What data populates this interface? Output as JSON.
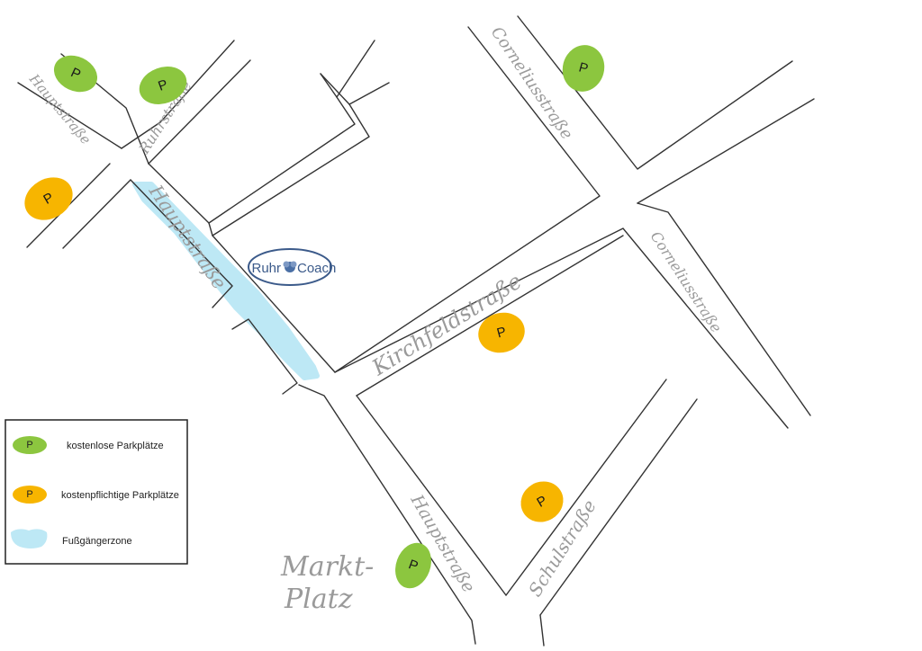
{
  "colors": {
    "free_parking": "#8cc63f",
    "paid_parking": "#f7b500",
    "pedestrian_zone": "#bde8f5",
    "logo": "#3b5a8a",
    "street_label": "#9a9a9a"
  },
  "streets": {
    "hauptstrasse_nw": "Hauptstraße",
    "ruhrstrasse": "Ruhrstraße",
    "hauptstrasse_center": "Hauptstraße",
    "corneliusstrasse_north": "Corneliusstraße",
    "corneliusstrasse_east": "Corneliusstraße",
    "kirchfeldstrasse": "Kirchfeldstraße",
    "hauptstrasse_south": "Hauptstraße",
    "schulstrasse": "Schulstraße"
  },
  "places": {
    "marktplatz_line1": "Markt-",
    "marktplatz_line2": "Platz"
  },
  "logo": {
    "left": "Ruhr",
    "right": "Coach",
    "icon": "tree-icon"
  },
  "markers": [
    {
      "type": "free",
      "label": "P"
    },
    {
      "type": "free",
      "label": "P"
    },
    {
      "type": "paid",
      "label": "P"
    },
    {
      "type": "free",
      "label": "P"
    },
    {
      "type": "paid",
      "label": "P"
    },
    {
      "type": "paid",
      "label": "P"
    },
    {
      "type": "free",
      "label": "P"
    }
  ],
  "legend": {
    "items": [
      {
        "symbol": "free",
        "label": "kostenlose Parkplätze",
        "marker_label": "P"
      },
      {
        "symbol": "paid",
        "label": "kostenpflichtige Parkplätze",
        "marker_label": "P"
      },
      {
        "symbol": "pedestrian",
        "label": "Fußgängerzone"
      }
    ]
  }
}
